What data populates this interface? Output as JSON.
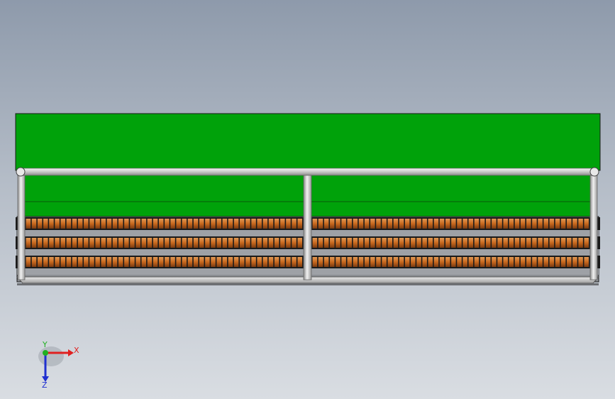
{
  "scene": {
    "colors": {
      "background_top": "#8e9aab",
      "background_bottom": "#d9dde2",
      "panel_green": "#00a20a",
      "rail_silver": "#d6d6d6",
      "roller_orange": "#c8681e",
      "frame_dark": "#1a1a1a"
    },
    "roller_rows": 3,
    "rollers_per_half": 48
  },
  "triad": {
    "x_label": "X",
    "y_label": "Y",
    "z_label": "Z",
    "x_color": "#e02020",
    "y_color": "#20b020",
    "z_color": "#2030d0"
  }
}
